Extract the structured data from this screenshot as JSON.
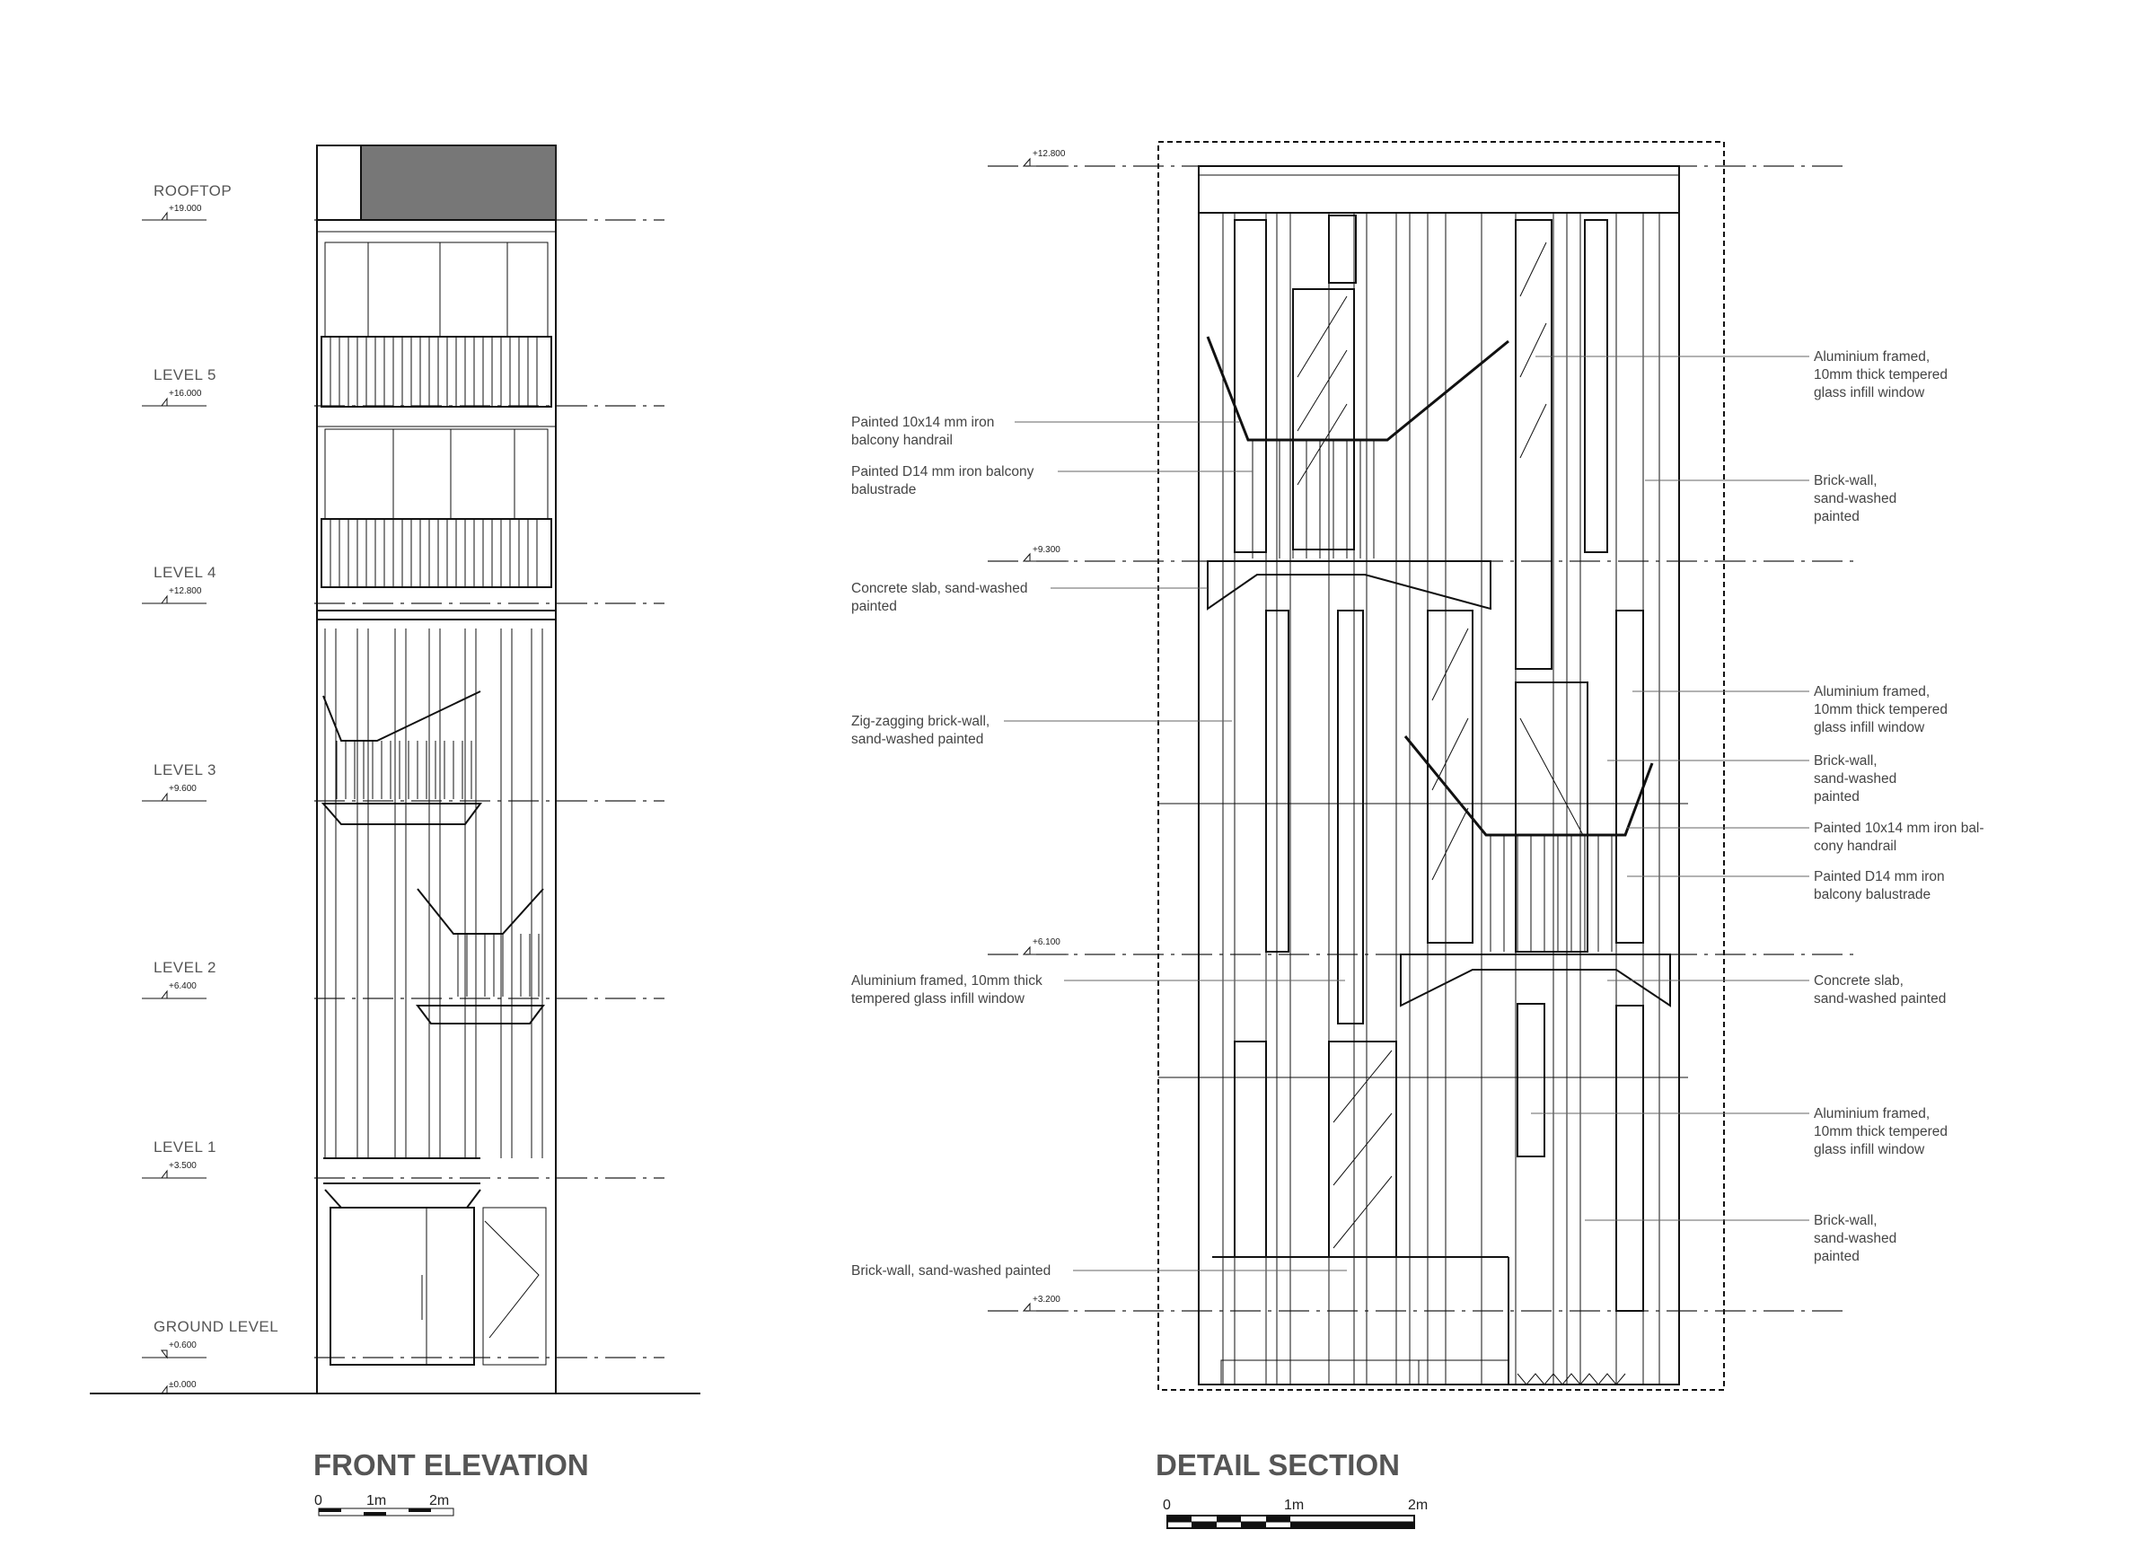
{
  "front_elevation": {
    "title": "FRONT ELEVATION",
    "levels": [
      {
        "name": "ROOFTOP",
        "elev": "+19.000"
      },
      {
        "name": "LEVEL 5",
        "elev": "+16.000"
      },
      {
        "name": "LEVEL 4",
        "elev": "+12.800"
      },
      {
        "name": "LEVEL 3",
        "elev": "+9.600"
      },
      {
        "name": "LEVEL 2",
        "elev": "+6.400"
      },
      {
        "name": "LEVEL 1",
        "elev": "+3.500"
      },
      {
        "name": "GROUND LEVEL",
        "elev": "+0.600"
      },
      {
        "name": "",
        "elev": "±0.000"
      }
    ],
    "scale": {
      "ticks": [
        "0",
        "1m",
        "2m"
      ]
    }
  },
  "detail_section": {
    "title": "DETAIL SECTION",
    "levels": [
      {
        "elev": "+12.800"
      },
      {
        "elev": "+9.300"
      },
      {
        "elev": "+6.100"
      },
      {
        "elev": "+3.200"
      }
    ],
    "notes_left": [
      {
        "lines": [
          "Painted 10x14 mm iron",
          "balcony handrail"
        ]
      },
      {
        "lines": [
          "Painted D14 mm iron balcony",
          "balustrade"
        ]
      },
      {
        "lines": [
          "Concrete slab, sand-washed",
          "painted"
        ]
      },
      {
        "lines": [
          "Zig-zagging brick-wall,",
          "sand-washed painted"
        ]
      },
      {
        "lines": [
          "Aluminium framed, 10mm thick",
          "tempered glass infill window"
        ]
      },
      {
        "lines": [
          "Brick-wall, sand-washed painted"
        ]
      }
    ],
    "notes_right": [
      {
        "lines": [
          "Aluminium framed,",
          "10mm thick tempered",
          "glass infill window"
        ]
      },
      {
        "lines": [
          "Brick-wall,",
          "sand-washed",
          "painted"
        ]
      },
      {
        "lines": [
          "Aluminium framed,",
          "10mm thick tempered",
          "glass infill window"
        ]
      },
      {
        "lines": [
          "Brick-wall,",
          "sand-washed",
          "painted"
        ]
      },
      {
        "lines": [
          "Painted 10x14 mm iron bal-",
          "cony handrail"
        ]
      },
      {
        "lines": [
          "Painted D14 mm iron",
          "balcony balustrade"
        ]
      },
      {
        "lines": [
          "Concrete slab,",
          "sand-washed painted"
        ]
      },
      {
        "lines": [
          "Aluminium framed,",
          "10mm thick tempered",
          "glass infill window"
        ]
      },
      {
        "lines": [
          "Brick-wall,",
          "sand-washed",
          "painted"
        ]
      }
    ],
    "scale": {
      "ticks": [
        "0",
        "1m",
        "2m"
      ]
    }
  }
}
